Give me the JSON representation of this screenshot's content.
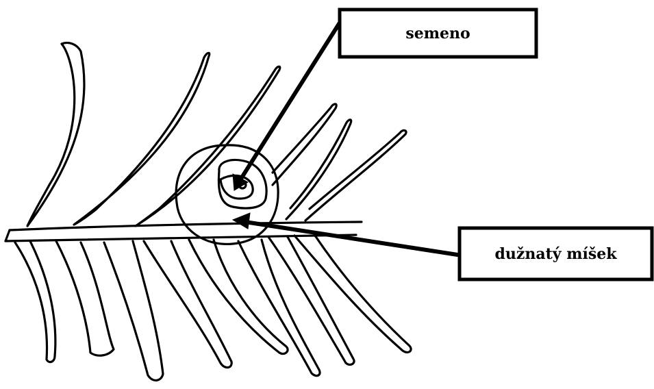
{
  "diagram": {
    "subject": "yew-branch-with-aril",
    "labels": {
      "seed": "semeno",
      "aril": "dužnatý míšek"
    },
    "colors": {
      "ink": "#000000",
      "background": "#ffffff"
    }
  }
}
